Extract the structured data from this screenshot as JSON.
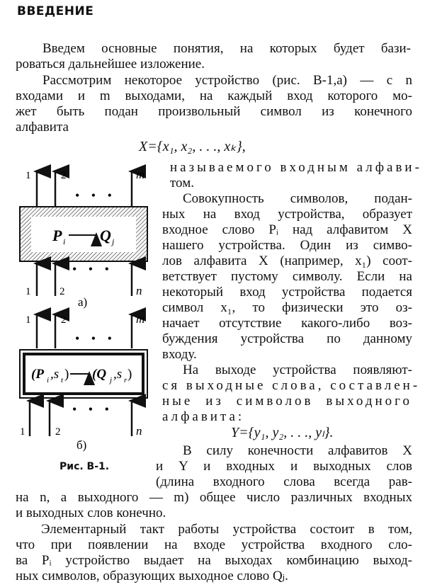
{
  "heading": "ВВЕДЕНИЕ",
  "p1": [
    "Введем основные понятия, на которых будет бази-",
    "роваться дальнейшее изложение."
  ],
  "p2": [
    "Рассмотрим некоторое устройство (рис. В-1,а) — с n",
    "входами и m выходами, на каждый вход которого мо-",
    "жет быть подан произвольный символ из конечного",
    "алфавита"
  ],
  "formula_x": "X={x₁, x₂, . . ., xₖ},",
  "p3": [
    "называемого входным алфави-",
    "том."
  ],
  "p4": [
    "Совокупность символов, подан-",
    "ных на вход устройства, образует",
    "входное слово Pᵢ над алфавитом X",
    "нашего устройства. Один из симво-",
    "лов алфавита X (например, x₁) соот-",
    "ветствует пустому символу. Если на",
    "некоторый вход устройства подается",
    "символ x₁, то физически это оз-",
    "начает отсутствие какого-либо воз-",
    "буждения устройства по данному",
    "входу."
  ],
  "p5": [
    "На выходе устройства появляют-",
    "ся выходные слова, составлен-",
    "ные из символов выходного",
    "алфавита:"
  ],
  "formula_y": "Y={y₁, y₂, . . ., yₗ}.",
  "p6": [
    "В силу конечности алфавитов X",
    "и Y и входных и выходных слов",
    "(длина входного слова всегда рав-",
    "на n, а выходного — m) общее число различных входных",
    "и выходных слов конечно."
  ],
  "p7": [
    "Элементарный такт работы устройства состоит в том,",
    "что при появлении на входе устройства входного сло-",
    "ва Pᵢ устройство выдает на выходах комбинацию выход-",
    "ных символов, образующих выходное слово Qⱼ."
  ],
  "figure": {
    "a": {
      "label": "а)",
      "box_text_left": "P",
      "box_sub_left": "i",
      "box_text_right": "Q",
      "box_sub_right": "j",
      "top_labels": [
        "1",
        "2",
        "m"
      ],
      "bottom_labels": [
        "1",
        "2",
        "n"
      ],
      "dots": "• • •"
    },
    "b": {
      "label": "б)",
      "box_text": "(P",
      "top_labels": [
        "1",
        "2",
        "m"
      ],
      "bottom_labels": [
        "1",
        "2",
        "n"
      ],
      "dots": "• • •"
    },
    "caption": "Рис. В-1."
  }
}
